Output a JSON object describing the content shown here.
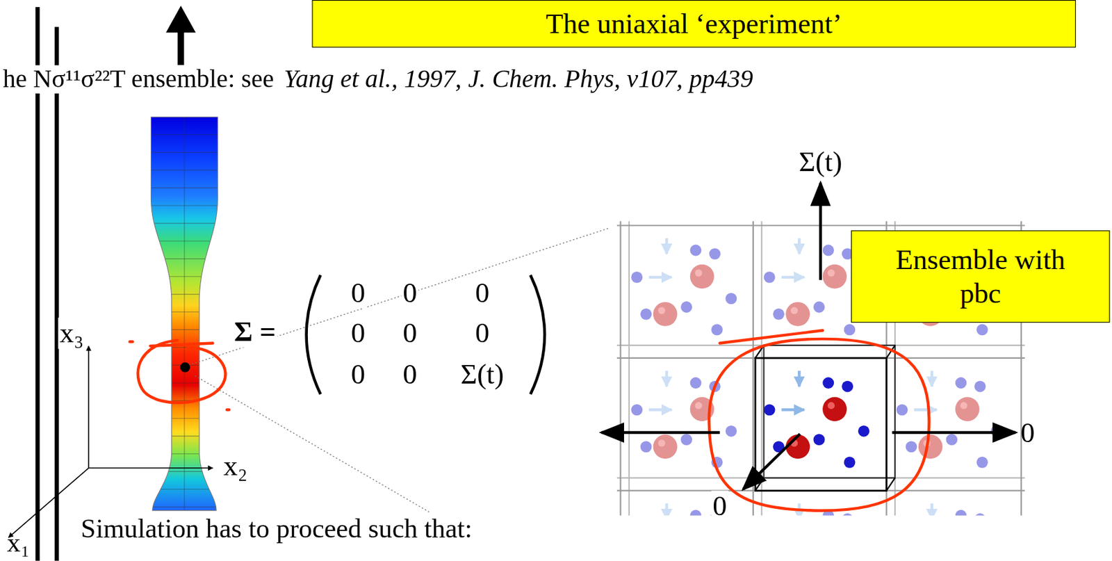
{
  "diagram": {
    "title": "The uniaxial ‘experiment’",
    "nodes": [
      {
        "text": [
          "Ensemble with pbc"
        ]
      }
    ],
    "labels": [
      "he Nσ¹¹σ²²T ensemble: see",
      "Yang et al., 1997, J. Chem. Phys, v107, pp439",
      "Σ =",
      "0",
      "0",
      "0",
      "0",
      "0",
      "0",
      "0",
      "0",
      "Σ(t)",
      "Σ(t)",
      "0",
      "0",
      "x₃",
      "x₂",
      "x₁",
      "Simulation has to proceed such that:"
    ]
  }
}
